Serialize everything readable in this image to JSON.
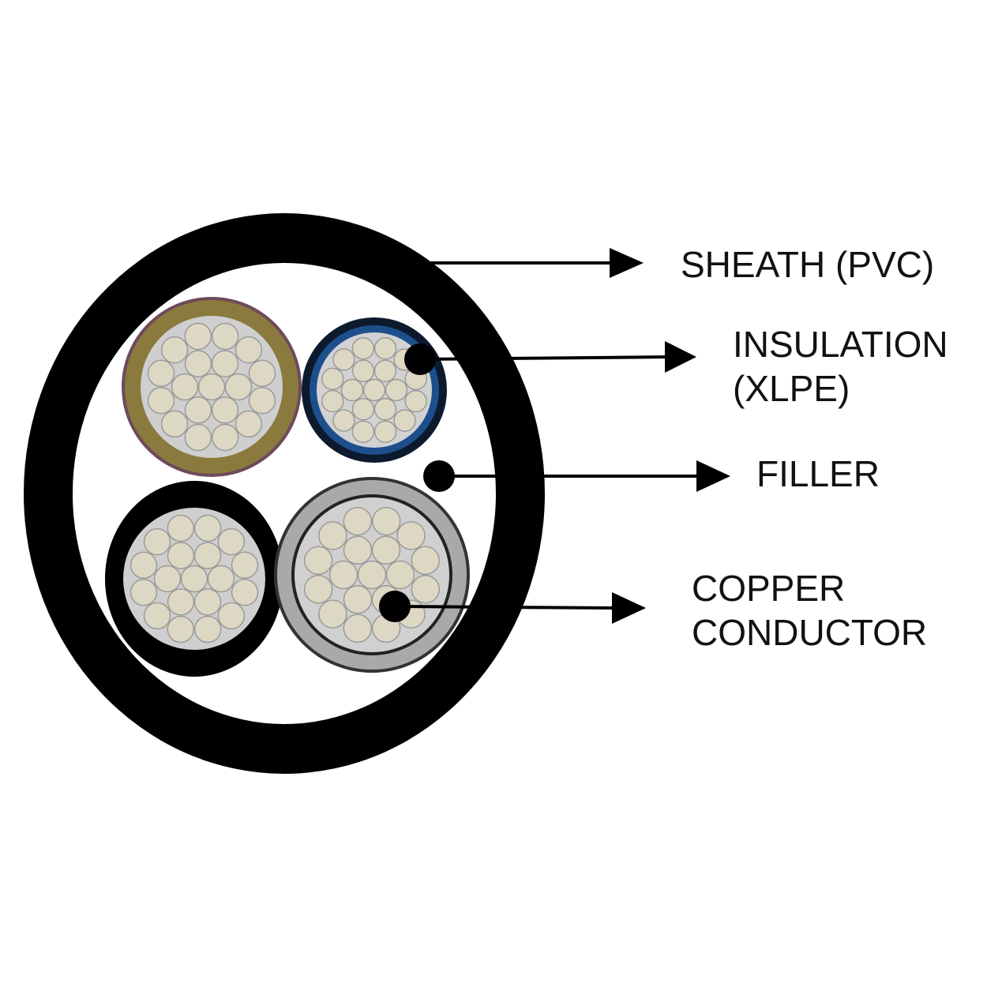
{
  "labels": {
    "sheath": "SHEATH (PVC)",
    "insulation_line1": "INSULATION",
    "insulation_line2": "(XLPE)",
    "filler": "FILLER",
    "conductor_line1": "COPPER",
    "conductor_line2": "CONDUCTOR"
  },
  "colors": {
    "sheath": "#000000",
    "filler": "#ffffff",
    "strand_fill": "#ddd8c4",
    "strand_stroke": "#9a9a9a",
    "core_top_left_insulation": "#8a7a3e",
    "core_top_left_outline": "#6e4a5a",
    "core_top_right_insulation": "#1d4f8c",
    "core_bottom_left_insulation": "#000000",
    "core_bottom_right_insulation": "#a9a9a9",
    "leader": "#000000"
  },
  "cores": [
    {
      "name": "top-left-core",
      "insulation_color": "core_top_left_insulation",
      "strands": 19
    },
    {
      "name": "top-right-core",
      "insulation_color": "core_top_right_insulation",
      "strands": 19
    },
    {
      "name": "bottom-left-core",
      "insulation_color": "core_bottom_left_insulation",
      "strands": 19
    },
    {
      "name": "bottom-right-core",
      "insulation_color": "core_bottom_right_insulation",
      "strands": 19
    }
  ]
}
